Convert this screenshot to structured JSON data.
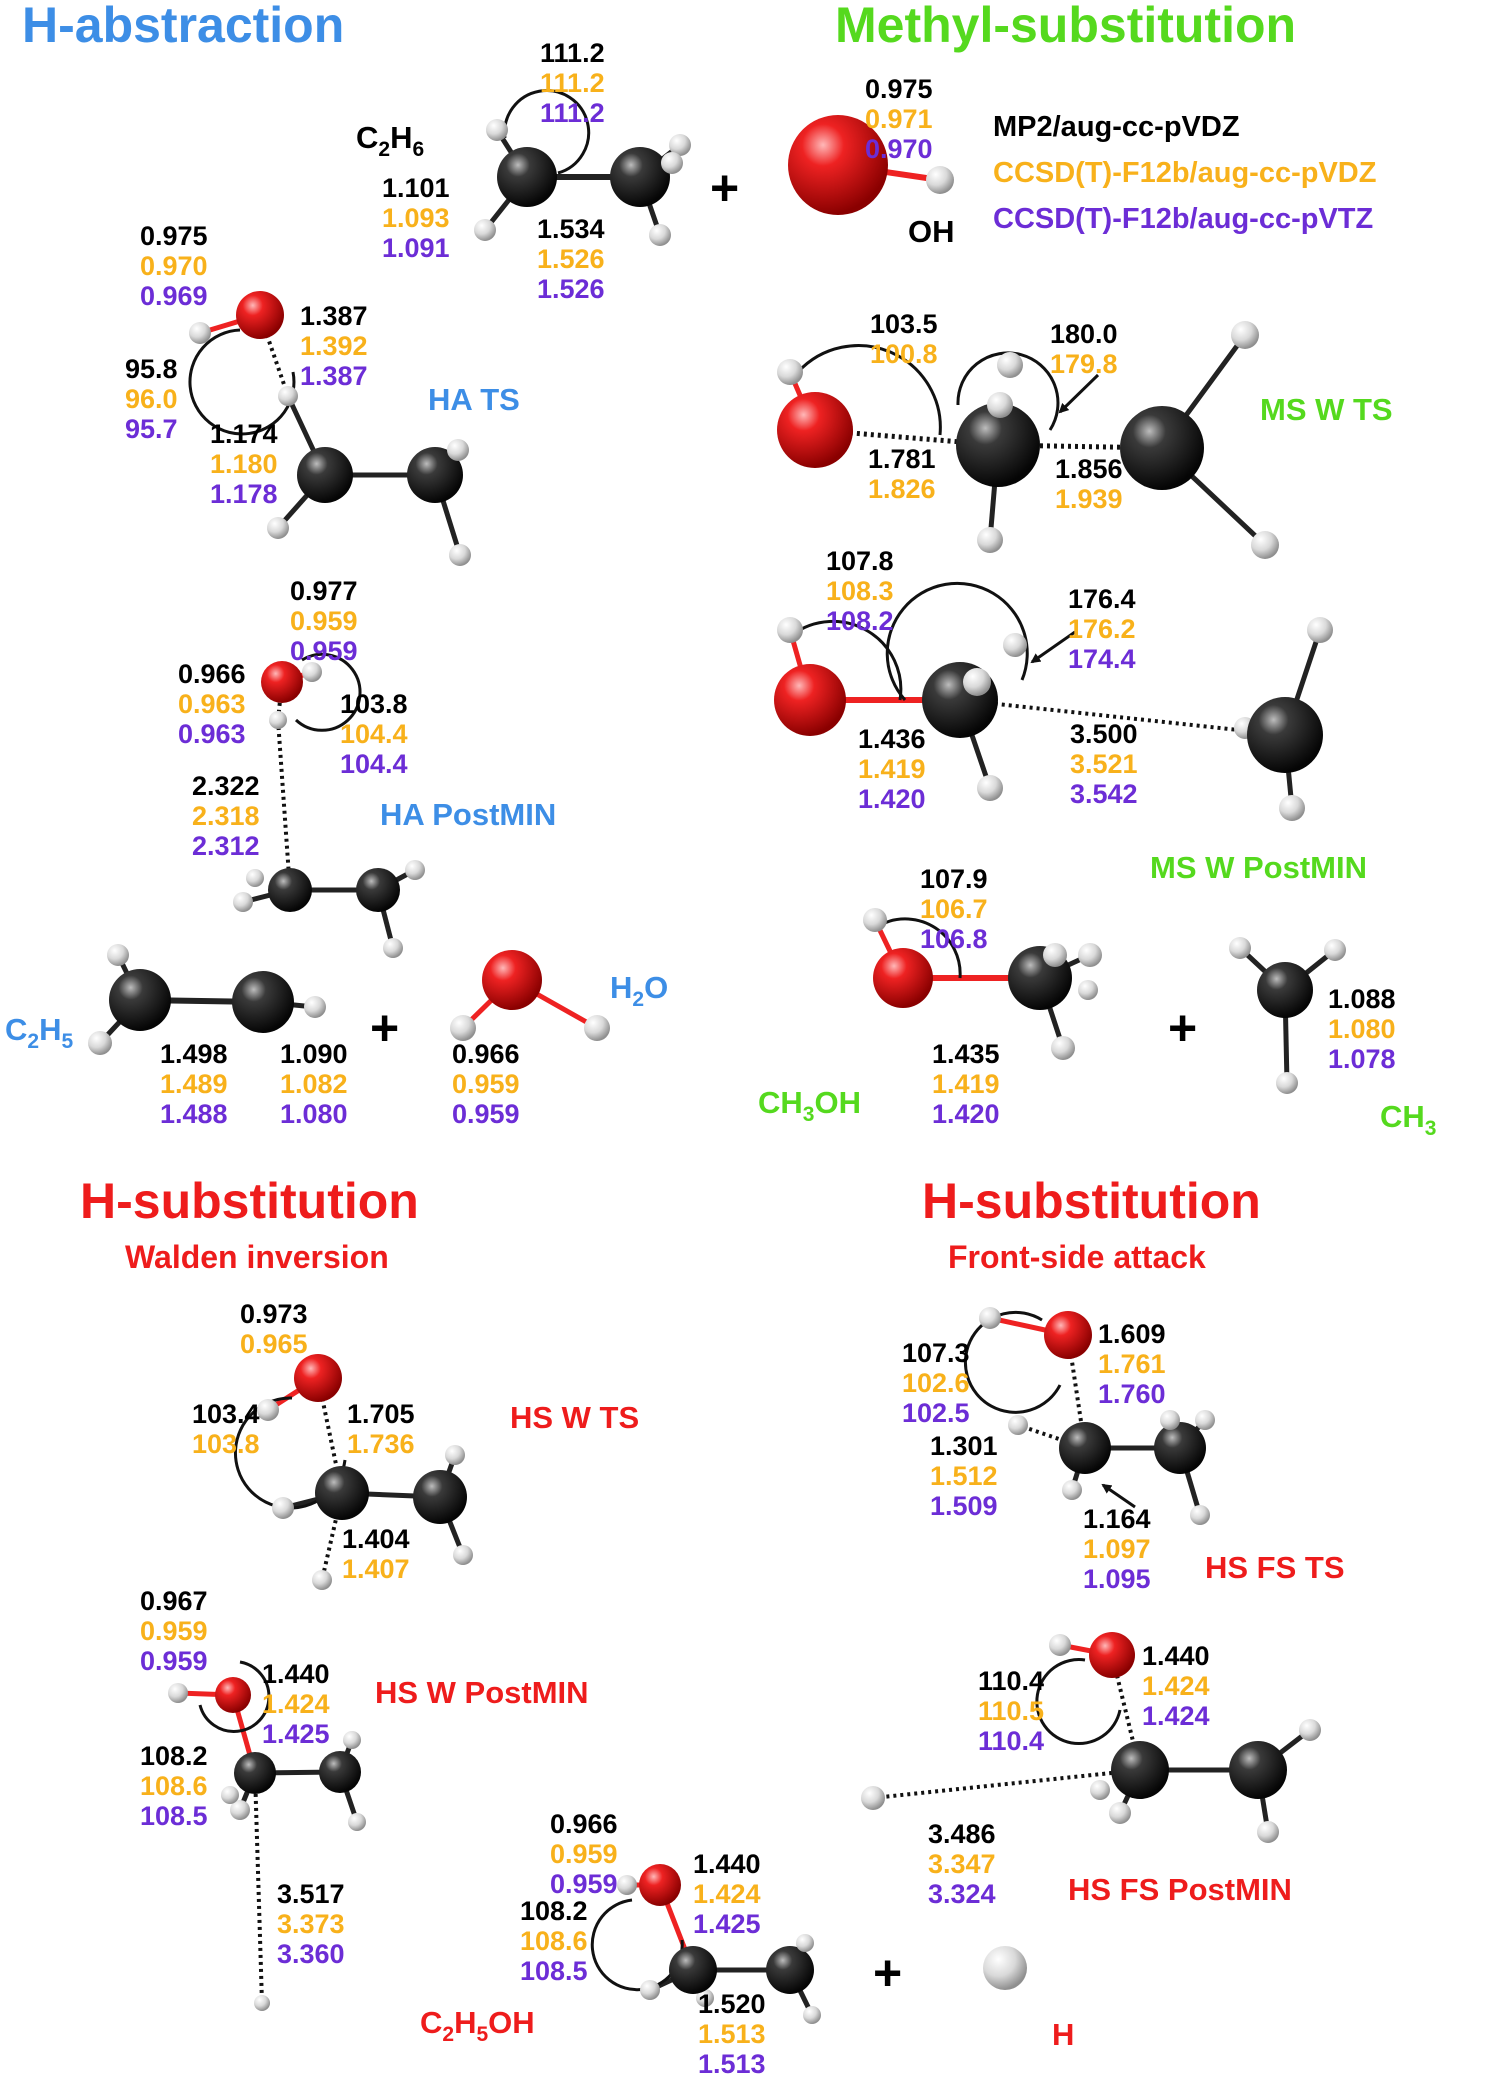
{
  "colors": {
    "abstraction": "#3d8ee6",
    "methyl": "#55d91e",
    "substitution": "#ee1c1c",
    "method1": "#000000",
    "method2": "#f8b11b",
    "method3": "#6c2dd6",
    "carbon": "#111111",
    "oxygen": "#e01010",
    "hydrogen": "#dddddd"
  },
  "headers": {
    "abstraction": "H-abstraction",
    "methyl": "Methyl-substitution",
    "hsub_left": "H-substitution",
    "hsub_left_sub": "Walden inversion",
    "hsub_right": "H-substitution",
    "hsub_right_sub": "Front-side attack"
  },
  "legend": {
    "method1": "MP2/aug-cc-pVDZ",
    "method2": "CCSD(T)-F12b/aug-cc-pVDZ",
    "method3": "CCSD(T)-F12b/aug-cc-pVTZ"
  },
  "labels": {
    "c2h6": {
      "base": "C",
      "s1": "2",
      "mid": "H",
      "s2": "6"
    },
    "oh": "OH",
    "plus": "+",
    "ha_ts": "HA TS",
    "ha_postmin": "HA PostMIN",
    "c2h5": {
      "base": "C",
      "s1": "2",
      "mid": "H",
      "s2": "5"
    },
    "h2o": {
      "base": "H",
      "s1": "2",
      "mid": "O",
      "s2": ""
    },
    "ms_w_ts": "MS W TS",
    "ms_w_postmin": "MS W PostMIN",
    "ch3oh": {
      "base": "CH",
      "s1": "3",
      "mid": "OH",
      "s2": ""
    },
    "ch3": {
      "base": "CH",
      "s1": "3",
      "mid": "",
      "s2": ""
    },
    "hs_w_ts": "HS W TS",
    "hs_w_postmin": "HS W PostMIN",
    "c2h5oh": {
      "base": "C",
      "s1": "2",
      "mid": "H",
      "s2": "5",
      "end": "OH"
    },
    "h_atom": "H",
    "hs_fs_ts": "HS FS TS",
    "hs_fs_postmin": "HS FS PostMIN"
  },
  "values": {
    "c2h6_angle": [
      "111.2",
      "111.2",
      "111.2"
    ],
    "c2h6_ch": [
      "1.101",
      "1.093",
      "1.091"
    ],
    "c2h6_cc": [
      "1.534",
      "1.526",
      "1.526"
    ],
    "oh_bond": [
      "0.975",
      "0.971",
      "0.970"
    ],
    "hats_oh": [
      "0.975",
      "0.970",
      "0.969"
    ],
    "hats_oh2": [
      "1.387",
      "1.392",
      "1.387"
    ],
    "hats_angle": [
      "95.8",
      "96.0",
      "95.7"
    ],
    "hats_ch": [
      "1.174",
      "1.180",
      "1.178"
    ],
    "hapm_oh_top": [
      "0.977",
      "0.959",
      "0.959"
    ],
    "hapm_oh_left": [
      "0.966",
      "0.963",
      "0.963"
    ],
    "hapm_angle": [
      "103.8",
      "104.4",
      "104.4"
    ],
    "hapm_hh": [
      "2.322",
      "2.318",
      "2.312"
    ],
    "c2h5_cc": [
      "1.498",
      "1.489",
      "1.488"
    ],
    "c2h5_ch": [
      "1.090",
      "1.082",
      "1.080"
    ],
    "h2o_oh": [
      "0.966",
      "0.959",
      "0.959"
    ],
    "mswts_angle1": [
      "103.5",
      "100.8"
    ],
    "mswts_angle2": [
      "180.0",
      "179.8"
    ],
    "mswts_oc": [
      "1.781",
      "1.826"
    ],
    "mswts_cc": [
      "1.856",
      "1.939"
    ],
    "mswpm_angle1": [
      "107.8",
      "108.3",
      "108.2"
    ],
    "mswpm_angle2": [
      "176.4",
      "176.2",
      "174.4"
    ],
    "mswpm_oc": [
      "1.436",
      "1.419",
      "1.420"
    ],
    "mswpm_cc": [
      "3.500",
      "3.521",
      "3.542"
    ],
    "ch3oh_angle": [
      "107.9",
      "106.7",
      "106.8"
    ],
    "ch3oh_oc": [
      "1.435",
      "1.419",
      "1.420"
    ],
    "ch3_ch": [
      "1.088",
      "1.080",
      "1.078"
    ],
    "hswts_oh": [
      "0.973",
      "0.965"
    ],
    "hswts_angle": [
      "103.4",
      "103.8"
    ],
    "hswts_oc": [
      "1.705",
      "1.736"
    ],
    "hswts_ch": [
      "1.404",
      "1.407"
    ],
    "hswpm_oh": [
      "0.967",
      "0.959",
      "0.959"
    ],
    "hswpm_oc": [
      "1.440",
      "1.424",
      "1.425"
    ],
    "hswpm_angle": [
      "108.2",
      "108.6",
      "108.5"
    ],
    "hswpm_ch": [
      "3.517",
      "3.373",
      "3.360"
    ],
    "c2h5oh_oh": [
      "0.966",
      "0.959",
      "0.959"
    ],
    "c2h5oh_oc": [
      "1.440",
      "1.424",
      "1.425"
    ],
    "c2h5oh_angle": [
      "108.2",
      "108.6",
      "108.5"
    ],
    "c2h5oh_cc": [
      "1.520",
      "1.513",
      "1.513"
    ],
    "hsfsts_angle": [
      "107.3",
      "102.6",
      "102.5"
    ],
    "hsfsts_oc": [
      "1.609",
      "1.761",
      "1.760"
    ],
    "hsfsts_ch1": [
      "1.301",
      "1.512",
      "1.509"
    ],
    "hsfsts_ch2": [
      "1.164",
      "1.097",
      "1.095"
    ],
    "hsfspm_oc": [
      "1.440",
      "1.424",
      "1.424"
    ],
    "hsfspm_angle": [
      "110.4",
      "110.5",
      "110.4"
    ],
    "hsfspm_ch": [
      "3.486",
      "3.347",
      "3.324"
    ]
  }
}
